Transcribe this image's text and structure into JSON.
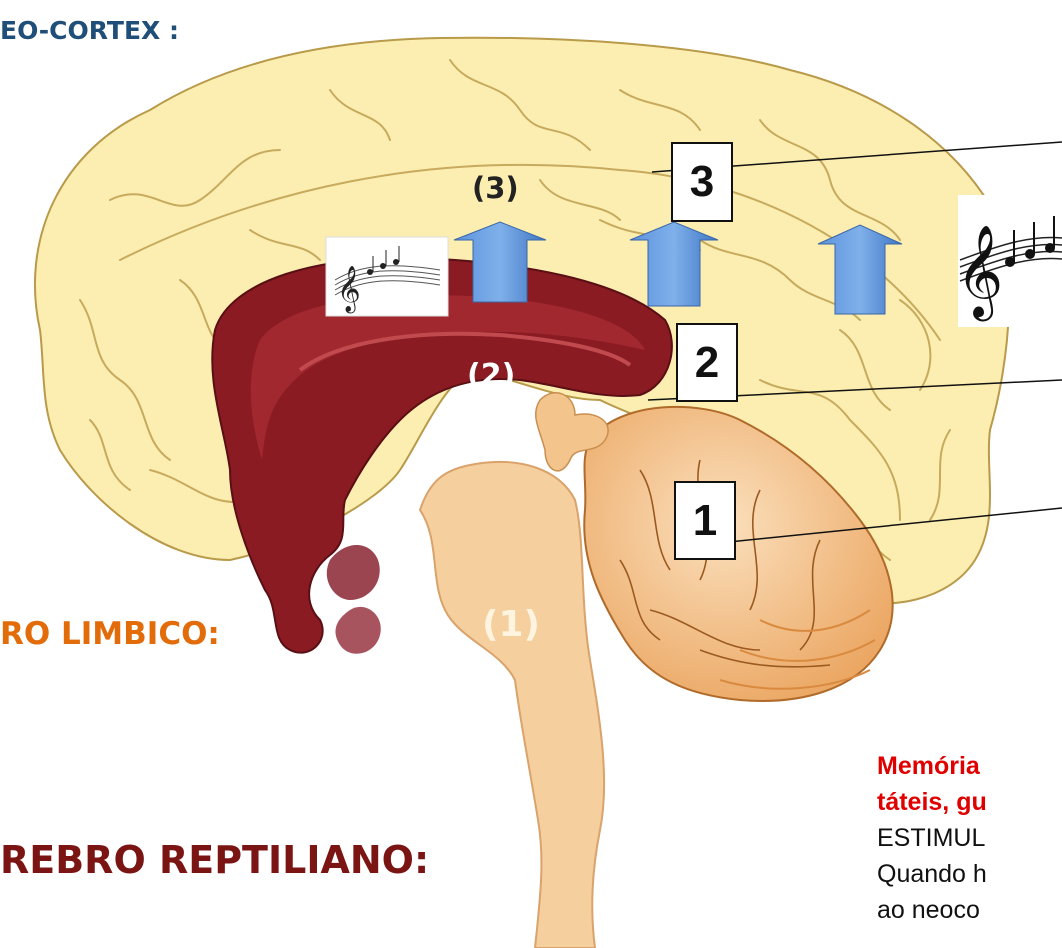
{
  "labels": {
    "neocortex": "EO-CORTEX :",
    "limbic": "RO LIMBICO:",
    "reptilian": "REBRO REPTILIANO:"
  },
  "brain_labels": {
    "region3": "(3)",
    "region2": "(2)",
    "region1": "(1)"
  },
  "number_boxes": {
    "box3": "3",
    "box2": "2",
    "box1": "1"
  },
  "memory_text": {
    "line1": "Memória",
    "line2": "táteis, gu",
    "line3": "ESTIMUL",
    "line4": "Quando h",
    "line5": "ao neoco"
  },
  "colors": {
    "cortex": "#fbeeb0",
    "cortex_outline": "#b99a4a",
    "limbic": "#8a1b22",
    "limbic_light": "#a32a30",
    "brainstem": "#f6cf9f",
    "cerebellum": "#f2b97a",
    "arrow": "#4f86d2"
  },
  "icons": [
    "music-notes-icon",
    "up-arrow-icon"
  ]
}
